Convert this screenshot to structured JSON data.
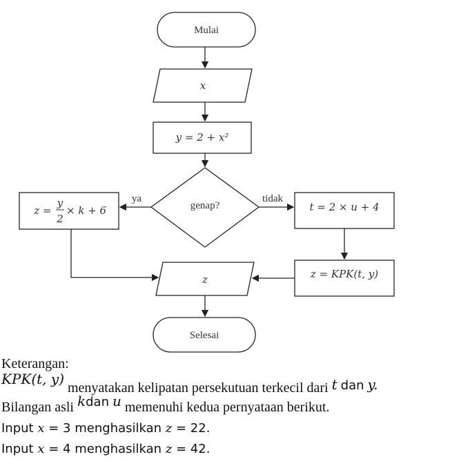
{
  "flowchart": {
    "start": "Mulai",
    "input": "x",
    "process_y": "y = 2 + x²",
    "decision": "genap?",
    "yes_label": "ya",
    "no_label": "tidak",
    "yes_process": {
      "lhs": "z =",
      "num": "y",
      "den": "2",
      "rhs": "× k + 6"
    },
    "no_process": "t = 2 × u + 4",
    "kpk_process": "z = KPK(t, y)",
    "output": "z",
    "end": "Selesai"
  },
  "notes": {
    "heading": "Keterangan:",
    "line1": {
      "math": "KPK(t, y)",
      "text": "menyatakan kelipatan persekutuan terkecil dari",
      "t": "t",
      "dan": "dan",
      "y": "y."
    },
    "line2": {
      "text1": "Bilangan asli",
      "k": "k",
      "dan": "dan",
      "u": "u",
      "text2": "memenuhi kedua pernyataan berikut."
    },
    "line3": {
      "a": "Input",
      "x": "x",
      "b": "= 3 menghasilkan",
      "z": "z",
      "c": "= 22."
    },
    "line4": {
      "a": "Input",
      "x": "x",
      "b": "= 4 menghasilkan",
      "z": "z",
      "c": "= 42."
    }
  }
}
